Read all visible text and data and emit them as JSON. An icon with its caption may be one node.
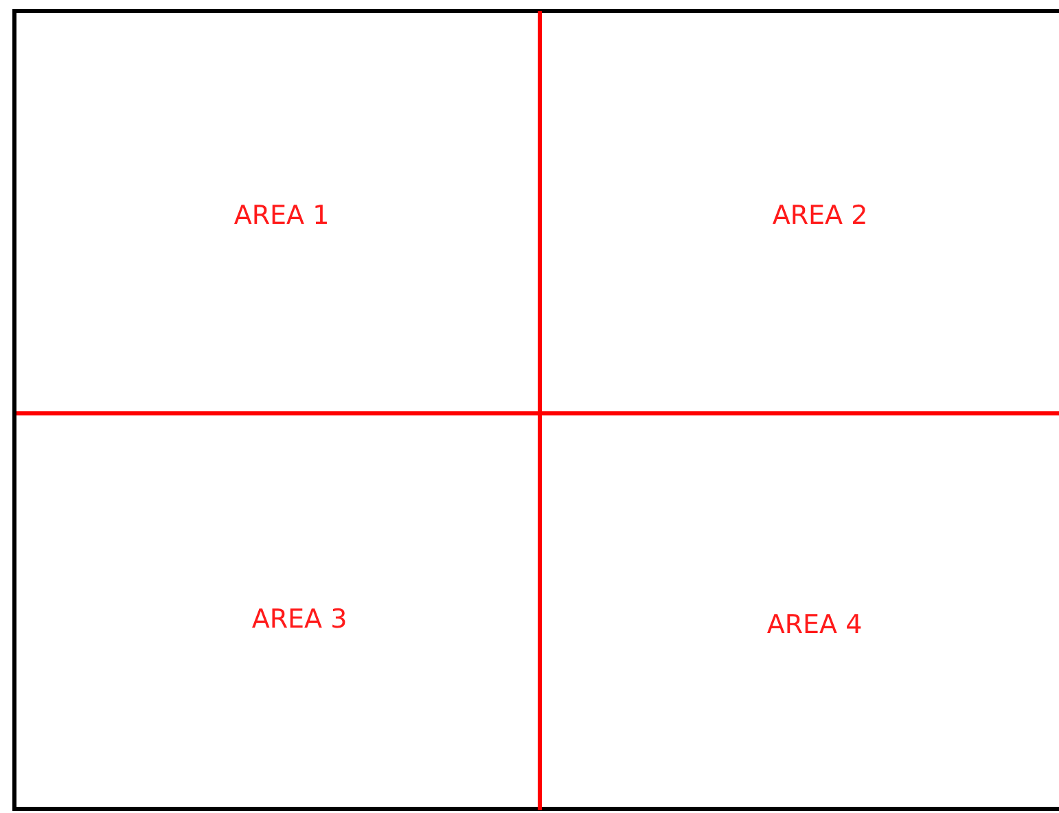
{
  "diagram": {
    "nodes": [
      {
        "text": [
          "AREA 1"
        ]
      },
      {
        "text": [
          "AREA 2"
        ]
      },
      {
        "text": [
          "AREA 3"
        ]
      },
      {
        "text": [
          "AREA 4"
        ]
      }
    ]
  }
}
